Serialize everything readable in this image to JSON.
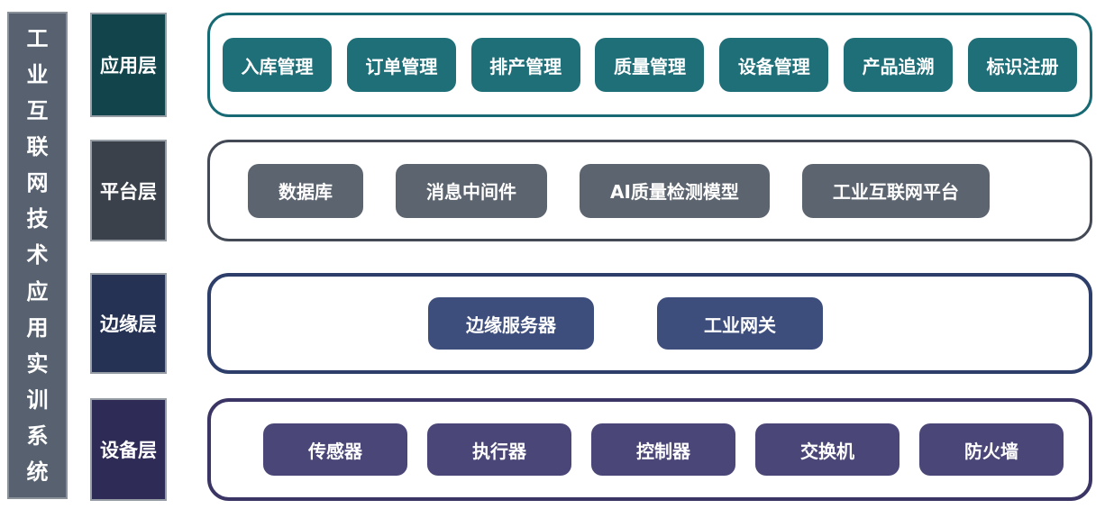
{
  "title": "工业互联网技术应用实训系统",
  "colors": {
    "sidebar_fill": "#57616f",
    "sidebar_border": "#8a9199",
    "label_border": "#979da5",
    "application_layer": {
      "label_fill": "#12444b",
      "container_border": "#176a74",
      "chip_fill": "#1f6f79"
    },
    "platform_layer": {
      "label_fill": "#3a414b",
      "container_border": "#434a56",
      "chip_fill": "#5c646f"
    },
    "edge_layer": {
      "label_fill": "#263253",
      "container_border": "#2c3e69",
      "chip_fill": "#3d4e7d"
    },
    "device_layer": {
      "label_fill": "#2e2b56",
      "container_border": "#3a3564",
      "chip_fill": "#4a4677"
    },
    "text": "#ffffff",
    "background": "#ffffff"
  },
  "layers": [
    {
      "label": "应用层",
      "items": [
        "入库管理",
        "订单管理",
        "排产管理",
        "质量管理",
        "设备管理",
        "产品追溯",
        "标识注册"
      ]
    },
    {
      "label": "平台层",
      "items": [
        "数据库",
        "消息中间件",
        "AI质量检测模型",
        "工业互联网平台"
      ]
    },
    {
      "label": "边缘层",
      "items": [
        "边缘服务器",
        "工业网关"
      ]
    },
    {
      "label": "设备层",
      "items": [
        "传感器",
        "执行器",
        "控制器",
        "交换机",
        "防火墙"
      ]
    }
  ]
}
